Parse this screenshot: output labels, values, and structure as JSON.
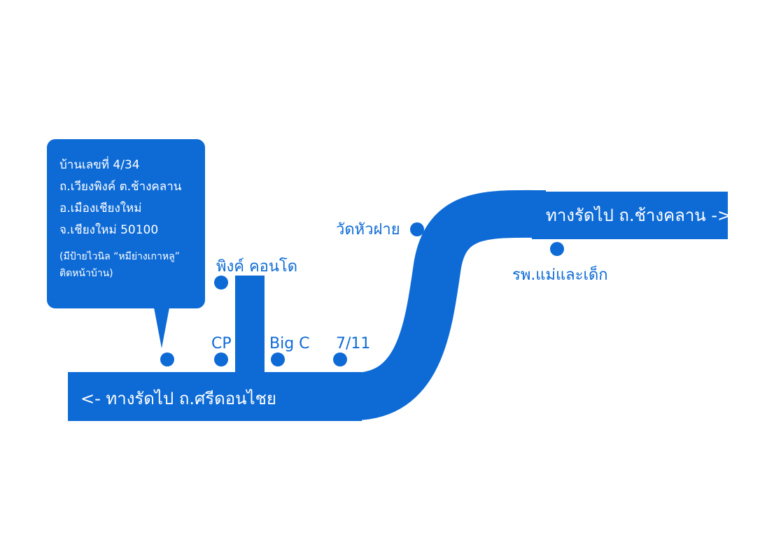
{
  "colors": {
    "road": "#0e6bd6",
    "background": "#ffffff",
    "text_on_road": "#ffffff"
  },
  "address_box": {
    "line1": "บ้านเลขที่ 4/34",
    "line2": "ถ.เวียงพิงค์ ต.ช้างคลาน",
    "line3": "อ.เมืองเชียงใหม่",
    "line4": "จ.เชียงใหม่ 50100",
    "note1": "(มีป้ายไวนิล “หมีย่างเกาหลู”",
    "note2": "ติดหน้าบ้าน)"
  },
  "roads": {
    "left_label": "<- ทางรัดไป ถ.ศรีดอนไชย",
    "right_label": "ทางรัดไป ถ.ช้างคลาน ->"
  },
  "landmarks": {
    "cp": "CP",
    "big_c": "Big C",
    "seven_eleven": "7/11",
    "ping_condo": "พิงค์ คอนโด",
    "wat_hua_fai": "วัดหัวฝาย",
    "hospital": "รพ.แม่และเด็ก"
  }
}
